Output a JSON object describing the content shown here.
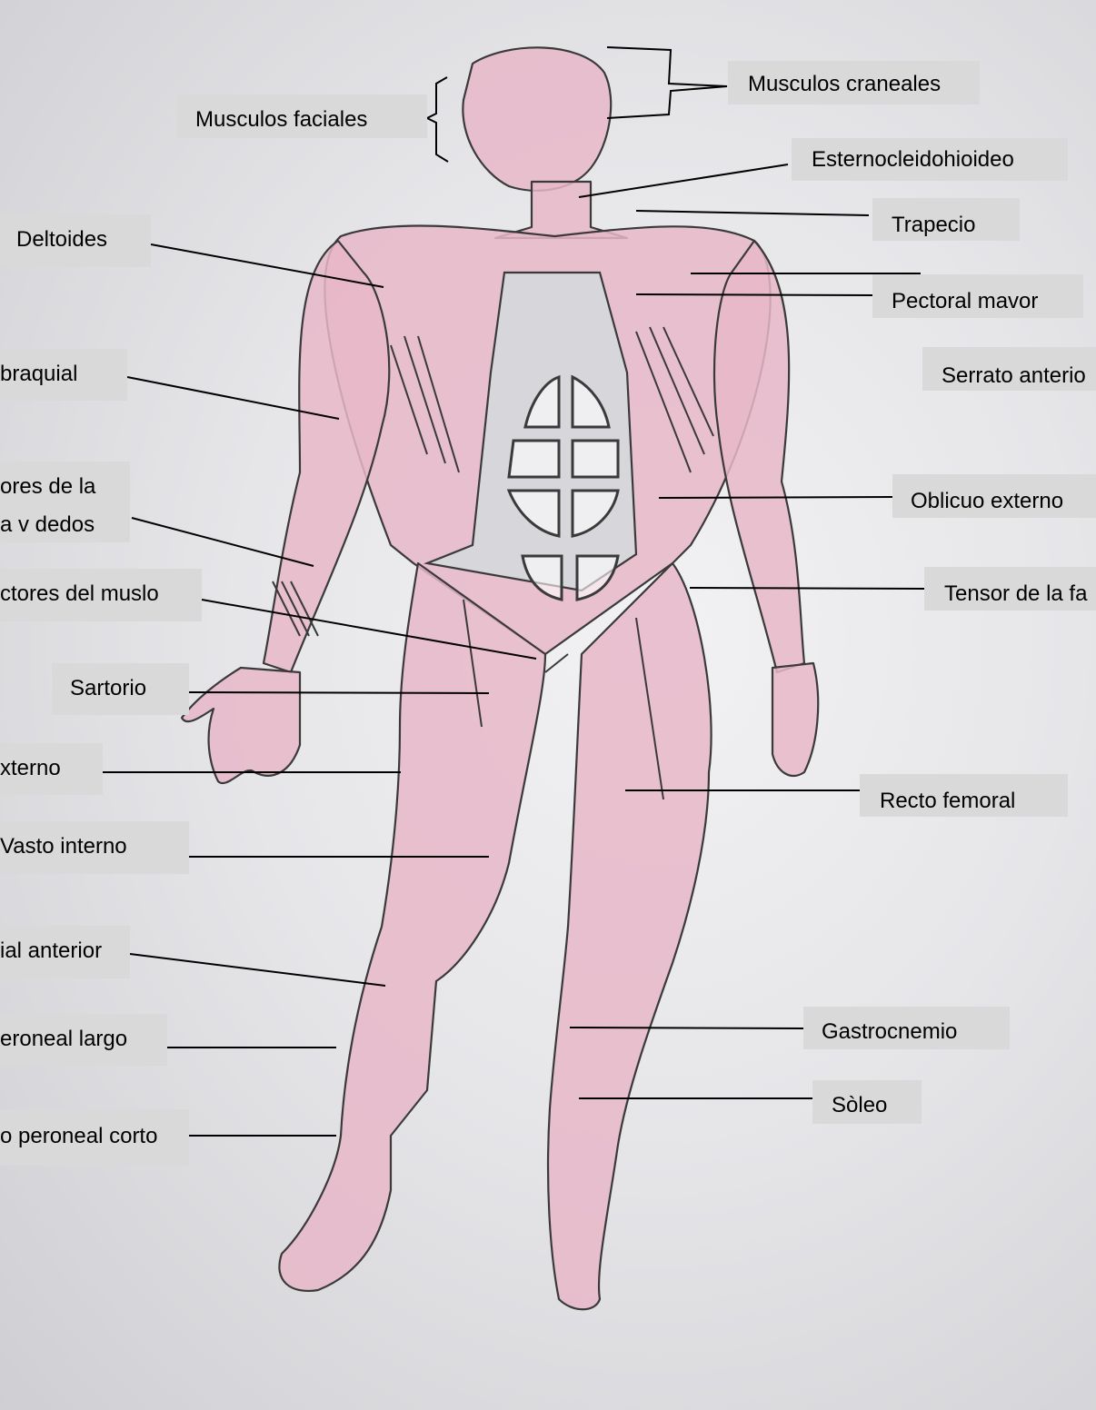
{
  "labels": {
    "craneales": "Musculos craneales",
    "faciales": "Musculos faciales",
    "esterno": "Esternocleidohioideo",
    "trapecio": "Trapecio",
    "deltoides": "Deltoides",
    "pectoral": "Pectoral mavor",
    "braquial": "braquial",
    "serrato": "Serrato anterio",
    "extensores_line1": "ores de la",
    "extensores_line2": "a v dedos",
    "oblicuo": "Oblicuo externo",
    "aductores": "ctores del muslo",
    "tensor": "Tensor de la fa",
    "sartorio": "Sartorio",
    "vasto_externo": "xterno",
    "recto": "Recto femoral",
    "vasto_interno": "Vasto interno",
    "tibial": "ial anterior",
    "gastrocnemio": "Gastrocnemio",
    "peroneal_largo": "eroneal largo",
    "soleo": "Sòleo",
    "peroneal_corto": "o peroneal corto"
  },
  "colors": {
    "label_bg": "#d9d9d9",
    "muscle_fill": "#e8b7c8",
    "pencil": "#3a3a3a"
  }
}
